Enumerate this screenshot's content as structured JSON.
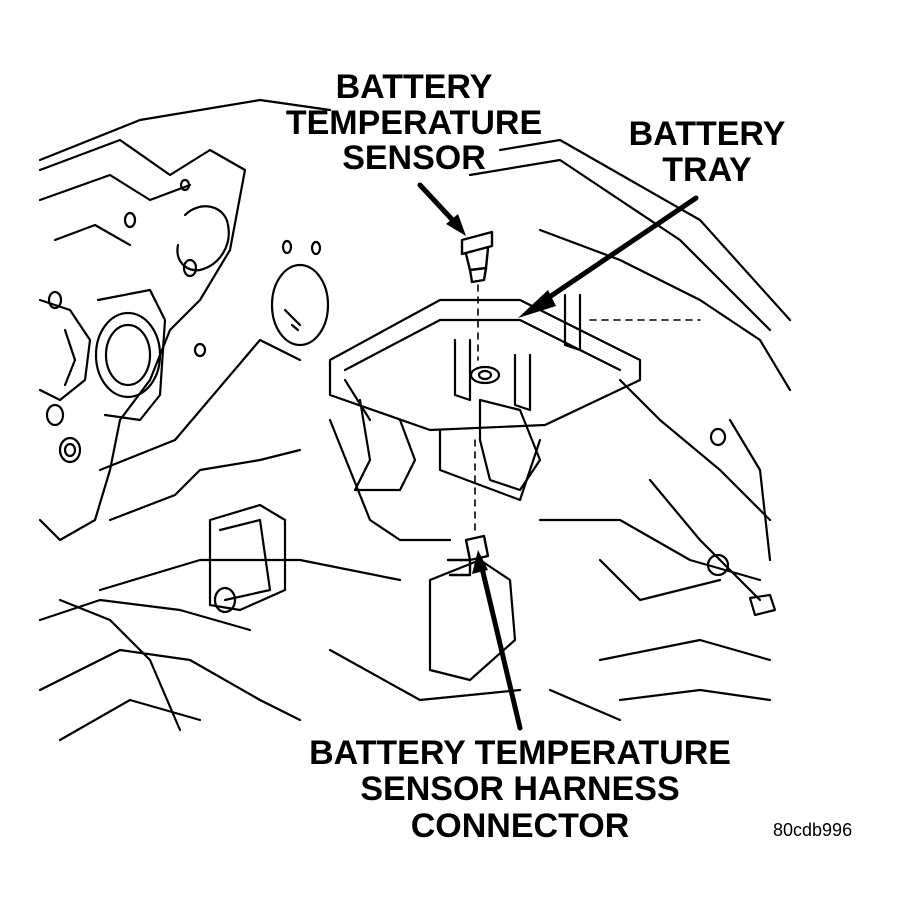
{
  "labels": {
    "sensor": [
      "BATTERY",
      "TEMPERATURE",
      "SENSOR"
    ],
    "tray": [
      "BATTERY",
      "TRAY"
    ],
    "connector": [
      "BATTERY TEMPERATURE",
      "SENSOR HARNESS",
      "CONNECTOR"
    ]
  },
  "figure_code": "80cdb996",
  "colors": {
    "line": "#000000",
    "background": "#ffffff"
  }
}
